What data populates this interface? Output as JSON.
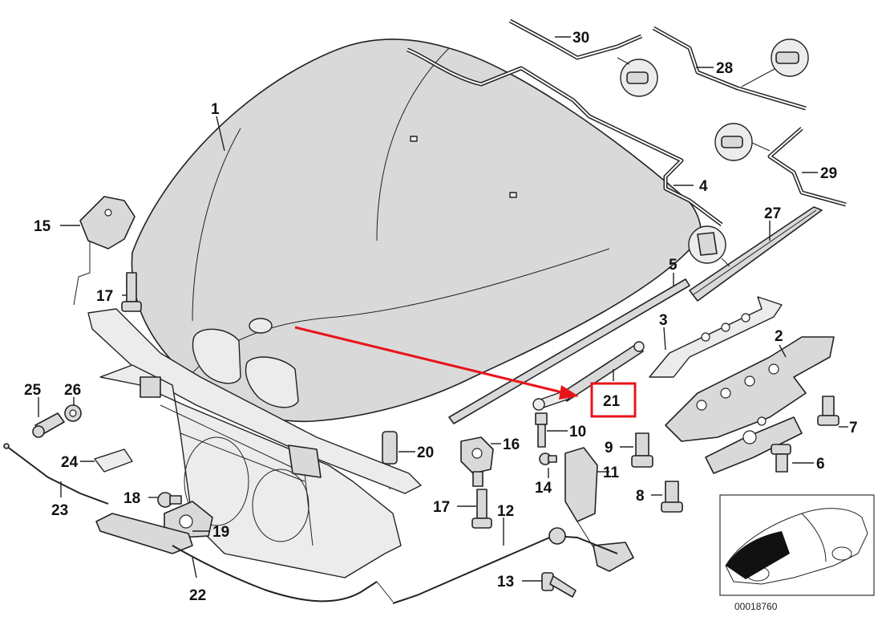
{
  "diagram": {
    "callouts": [
      {
        "id": "1",
        "label": "1"
      },
      {
        "id": "2",
        "label": "2"
      },
      {
        "id": "3",
        "label": "3"
      },
      {
        "id": "4",
        "label": "4"
      },
      {
        "id": "5",
        "label": "5"
      },
      {
        "id": "6",
        "label": "6"
      },
      {
        "id": "7",
        "label": "7"
      },
      {
        "id": "8",
        "label": "8"
      },
      {
        "id": "9",
        "label": "9"
      },
      {
        "id": "10",
        "label": "10"
      },
      {
        "id": "11",
        "label": "11"
      },
      {
        "id": "12",
        "label": "12"
      },
      {
        "id": "13",
        "label": "13"
      },
      {
        "id": "14",
        "label": "14"
      },
      {
        "id": "15",
        "label": "15"
      },
      {
        "id": "16",
        "label": "16"
      },
      {
        "id": "17a",
        "label": "17"
      },
      {
        "id": "17b",
        "label": "17"
      },
      {
        "id": "18",
        "label": "18"
      },
      {
        "id": "19",
        "label": "19"
      },
      {
        "id": "20",
        "label": "20"
      },
      {
        "id": "21",
        "label": "21"
      },
      {
        "id": "22",
        "label": "22"
      },
      {
        "id": "23",
        "label": "23"
      },
      {
        "id": "24",
        "label": "24"
      },
      {
        "id": "25",
        "label": "25"
      },
      {
        "id": "26",
        "label": "26"
      },
      {
        "id": "27",
        "label": "27"
      },
      {
        "id": "28",
        "label": "28"
      },
      {
        "id": "29",
        "label": "29"
      },
      {
        "id": "30",
        "label": "30"
      }
    ],
    "highlighted_part": "21",
    "reference_number": "00018760",
    "colors": {
      "highlight": "#e8141b",
      "line": "#222222",
      "fill": "#d9d9d9",
      "background": "#ffffff"
    }
  }
}
